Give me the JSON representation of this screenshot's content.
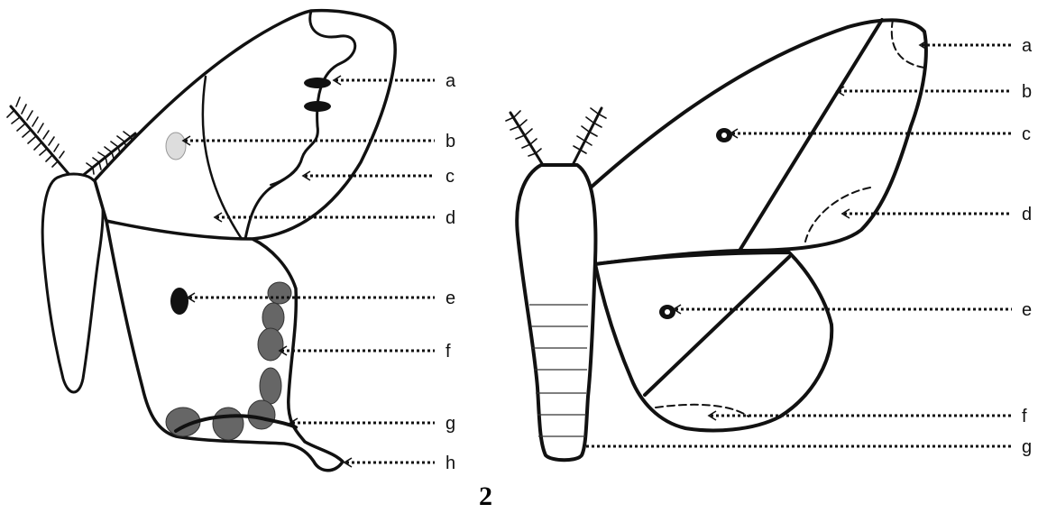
{
  "figure_number": "2",
  "left_moth": {
    "labels": [
      "a",
      "b",
      "c",
      "d",
      "e",
      "f",
      "g",
      "h"
    ]
  },
  "right_moth": {
    "labels": [
      "a",
      "b",
      "c",
      "d",
      "e",
      "f",
      "g"
    ]
  }
}
